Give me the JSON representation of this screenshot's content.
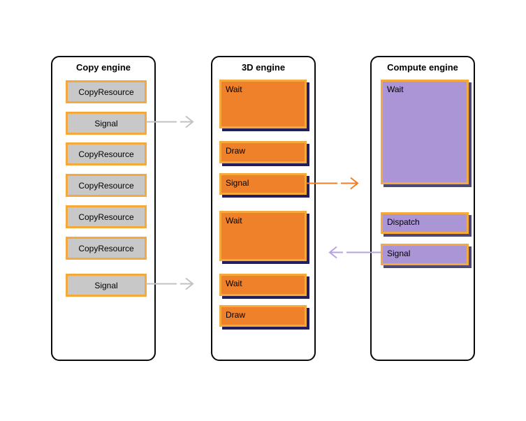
{
  "colors": {
    "box_border": "#F5A93C",
    "orange_fill": "#F0812B",
    "gray_fill": "#C8C8C8",
    "purple_fill": "#AB95D7",
    "orange_box_shadow": "#221E5E",
    "purple_box_shadow": "#4E4874",
    "container_border": "#0A0A0A",
    "arrow_gray": "#C2C2C2",
    "arrow_orange": "#EF7F2A",
    "arrow_purple": "#B9A2E2"
  },
  "diagram": {
    "columns": [
      {
        "title": "Copy engine",
        "boxes": [
          {
            "label": "CopyResource"
          },
          {
            "label": "Signal"
          },
          {
            "label": "CopyResource"
          },
          {
            "label": "CopyResource"
          },
          {
            "label": "CopyResource"
          },
          {
            "label": "CopyResource"
          },
          {
            "label": "Signal"
          }
        ]
      },
      {
        "title": "3D engine",
        "boxes": [
          {
            "label": "Wait"
          },
          {
            "label": "Draw"
          },
          {
            "label": "Signal"
          },
          {
            "label": "Wait"
          },
          {
            "label": "Wait"
          },
          {
            "label": "Draw"
          }
        ]
      },
      {
        "title": "Compute engine",
        "boxes": [
          {
            "label": "Wait"
          },
          {
            "label": "Dispatch"
          },
          {
            "label": "Signal"
          }
        ]
      }
    ],
    "arrows": [
      {
        "name": "copy-signal-1-to-3d",
        "color": "#C2C2C2",
        "direction": "right"
      },
      {
        "name": "3d-signal-to-compute",
        "color": "#EF7F2A",
        "direction": "right"
      },
      {
        "name": "compute-signal-to-3d",
        "color": "#B9A2E2",
        "direction": "left"
      },
      {
        "name": "copy-signal-2-to-3d",
        "color": "#C2C2C2",
        "direction": "right"
      }
    ]
  }
}
